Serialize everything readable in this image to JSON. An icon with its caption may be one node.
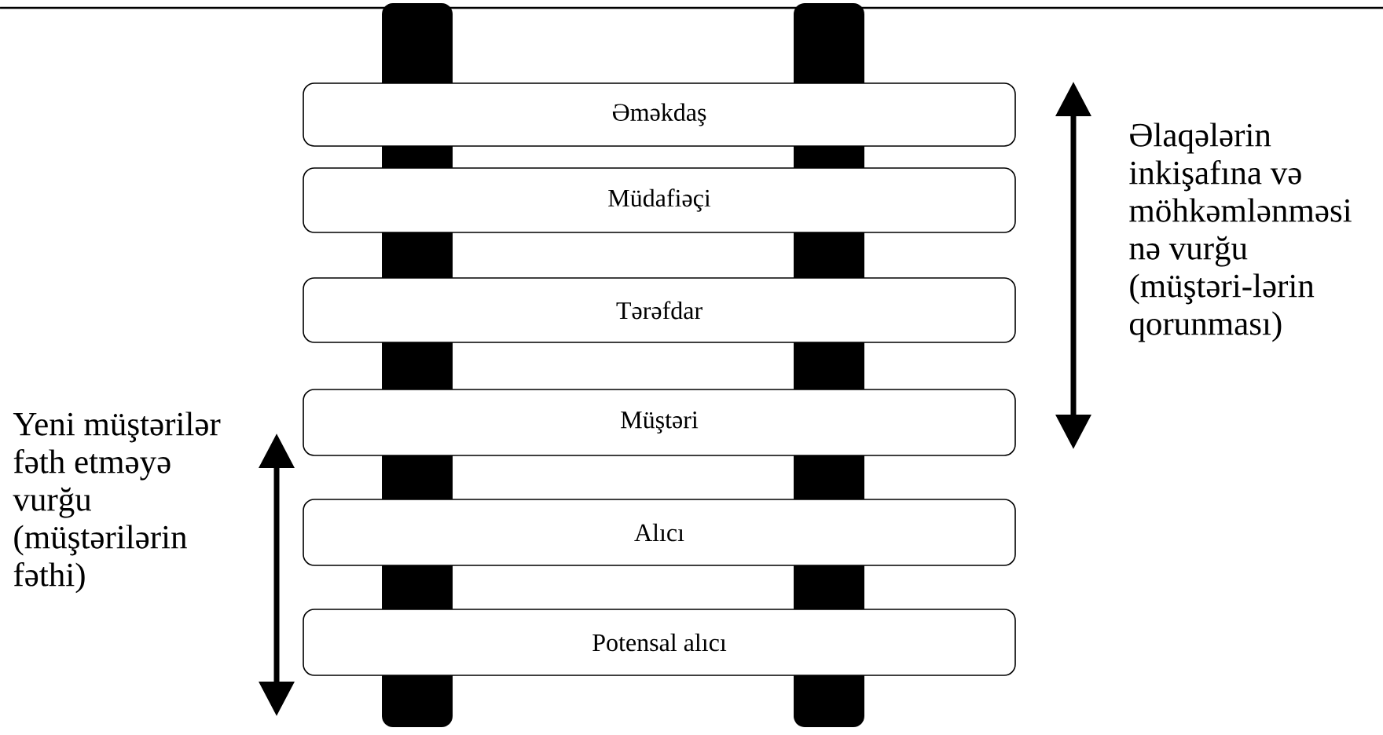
{
  "diagram": {
    "nodes": [
      {
        "text": [
          "Əməkdaş"
        ]
      },
      {
        "text": [
          "Müdafiəçi"
        ]
      },
      {
        "text": [
          "Tərəfdar"
        ]
      },
      {
        "text": [
          "Müştəri"
        ]
      },
      {
        "text": [
          "Alıcı"
        ]
      },
      {
        "text": [
          "Potensal alıcı"
        ]
      },
      {
        "text": [],
        "shape": "bar"
      },
      {
        "text": [],
        "shape": "bar"
      }
    ],
    "labels": [
      "Əlaqələrin inkişafına və möhkəmlənməsi nə vurğu (müştəri-lərin qorunması)",
      "Yeni müştərilər fəth etməyə vurğu (müştərilərin fəthi)"
    ]
  }
}
